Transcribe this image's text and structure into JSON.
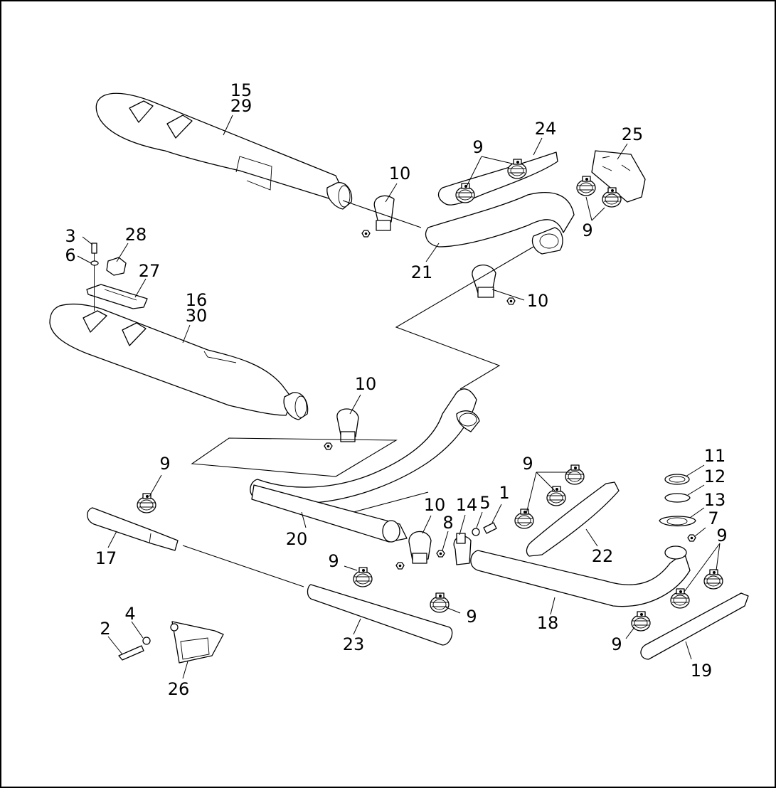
{
  "callouts": {
    "c1": "1",
    "c2": "2",
    "c3": "3",
    "c4": "4",
    "c5": "5",
    "c6": "6",
    "c7": "7",
    "c8": "8",
    "c9": "9",
    "c10": "10",
    "c11": "11",
    "c12": "12",
    "c13": "13",
    "c14": "14",
    "c15": "15",
    "c16": "16",
    "c17": "17",
    "c18": "18",
    "c19": "19",
    "c20": "20",
    "c21": "21",
    "c22": "22",
    "c23": "23",
    "c24": "24",
    "c25": "25",
    "c26": "26",
    "c27": "27",
    "c28": "28",
    "c29": "29",
    "c30": "30"
  }
}
